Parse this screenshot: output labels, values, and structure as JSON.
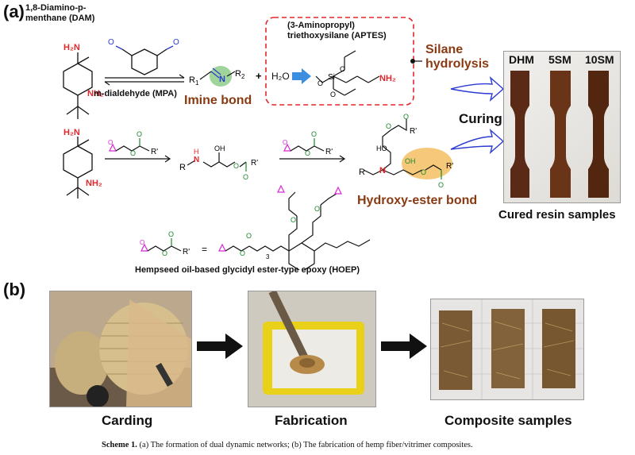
{
  "panels": {
    "a": "(a)",
    "b": "(b)"
  },
  "reaction1": {
    "dam_name": "1,8-Diamino-p-menthane (DAM)",
    "mpa_name": "m-dialdehyde (MPA)",
    "imine_label": "Imine bond",
    "plus": "+",
    "water": "H₂O",
    "aptes_name": "(3-Aminopropyl) triethoxysilane (APTES)",
    "silane_label": "Silane hydrolysis"
  },
  "reaction2": {
    "hydroxy_ester_label": "Hydroxy-ester bond"
  },
  "hoep_name": "Hempseed oil-based glycidyl ester-type epoxy (HOEP)",
  "curing": {
    "label": "Curing",
    "samples": [
      "DHM",
      "5SM",
      "10SM"
    ],
    "caption": "Cured resin samples"
  },
  "process": {
    "steps": [
      "Carding",
      "Fabrication",
      "Composite samples"
    ]
  },
  "figure_caption": {
    "label": "Scheme 1.",
    "text": "(a) The formation of dual dynamic networks; (b) The fabrication of hemp fiber/vitrimer composites."
  },
  "colors": {
    "amine_red": "#e3262b",
    "carbonyl_blue": "#2b3bd1",
    "epoxy_magenta": "#d62ad1",
    "ester_green": "#1a8a2a",
    "label_brown": "#8a3a12",
    "highlight_green": "#9fd49a",
    "highlight_orange": "#f6c87a",
    "arrow_blue": "#3c8ee0"
  }
}
